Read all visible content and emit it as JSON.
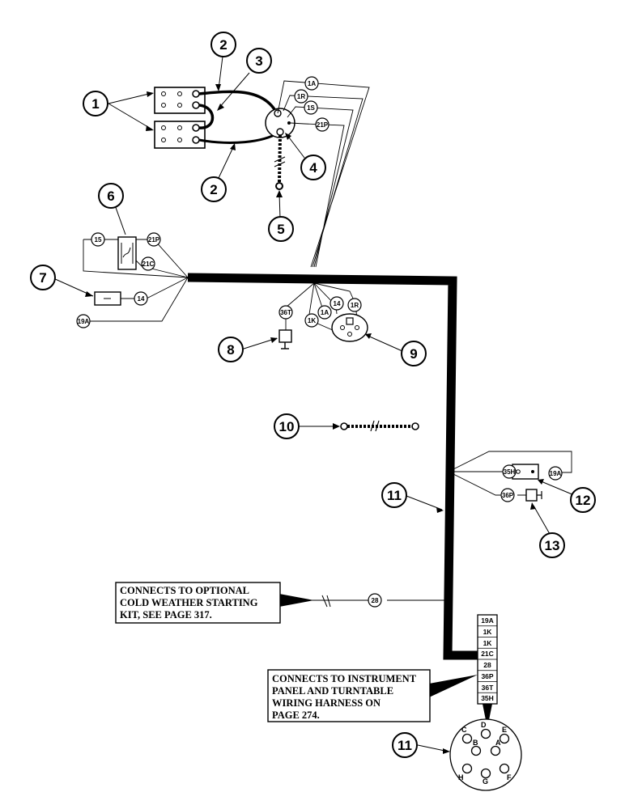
{
  "callouts": [
    "1",
    "2",
    "2",
    "3",
    "4",
    "5",
    "6",
    "7",
    "8",
    "9",
    "10",
    "11",
    "11",
    "12",
    "13"
  ],
  "wire_tags": [
    "1A",
    "1R",
    "1S",
    "21P",
    "15",
    "21P",
    "21C",
    "14",
    "19A",
    "36T",
    "1K",
    "1A",
    "14",
    "1R",
    "35H",
    "19A",
    "36P",
    "28"
  ],
  "notes": {
    "cold_weather": [
      "CONNECTS TO OPTIONAL",
      "COLD WEATHER STARTING",
      "KIT, SEE PAGE 317."
    ],
    "instrument": [
      "CONNECTS TO INSTRUMENT",
      "PANEL AND TURNTABLE",
      "WIRING HARNESS ON",
      "PAGE 274."
    ]
  },
  "connector_terminals": [
    "19A",
    "1K",
    "1K",
    "21C",
    "28",
    "36P",
    "36T",
    "35H"
  ],
  "round_connector_pins": [
    "C",
    "D",
    "E",
    "B",
    "A",
    "H",
    "G",
    "F"
  ]
}
